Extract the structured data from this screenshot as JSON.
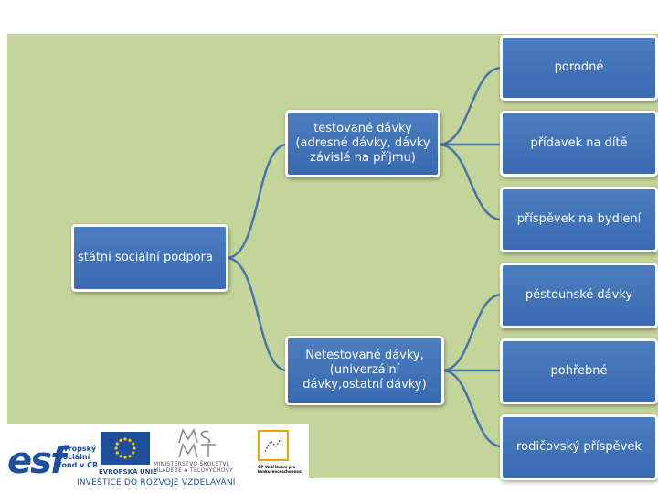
{
  "diagram": {
    "root": {
      "label": "státní sociální podpora"
    },
    "branches": [
      {
        "label": "testované dávky (adresné dávky, dávky závislé na příjmu)"
      },
      {
        "label": "Netestované dávky, (univerzální dávky,ostatní dávky)"
      }
    ],
    "leaves": [
      {
        "label": "porodné"
      },
      {
        "label": "přídavek na dítě"
      },
      {
        "label": "příspěvek na bydlení"
      },
      {
        "label": "pěstounské dávky"
      },
      {
        "label": "pohřebné"
      },
      {
        "label": "rodičovský příspěvek"
      }
    ]
  },
  "footer": {
    "esf_letters": "esf",
    "esf_text": "evropský sociální fond v ČR",
    "eu_text": "EVROPSKÁ UNIE",
    "msmt_text": "MINISTERSTVO ŠKOLSTVÍ, MLÁDEŽE A TĚLOVÝCHOVY",
    "op_text": "OP Vzdělávání pro konkurenceschopnost",
    "investice": "INVESTICE DO ROZVOJE VZDĚLÁVÁNÍ"
  },
  "colors": {
    "background": "#c3d59b",
    "node_fill": "#4172b8",
    "node_border": "#ffffff",
    "connector": "#4a74a8"
  }
}
